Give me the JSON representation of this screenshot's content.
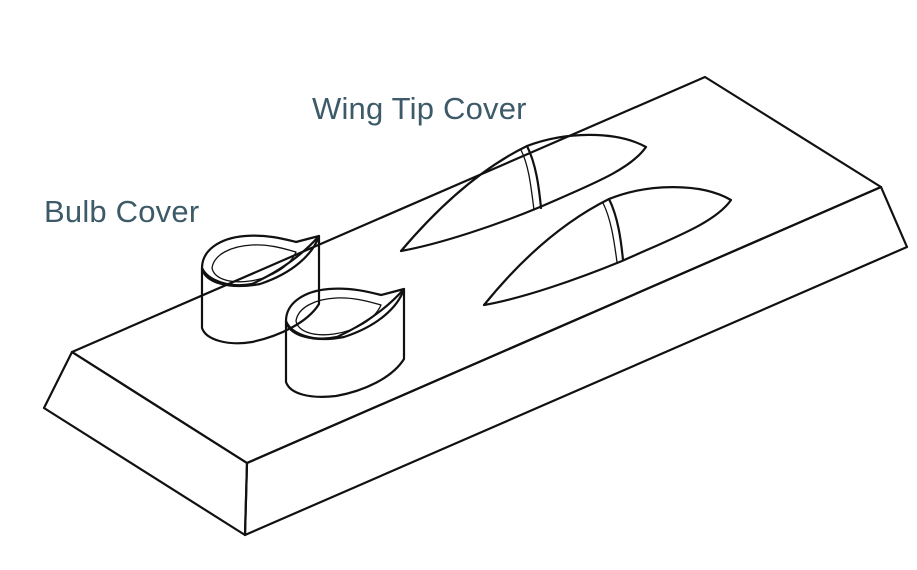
{
  "labels": {
    "wing_tip_cover": "Wing Tip Cover",
    "bulb_cover": "Bulb Cover"
  },
  "colors": {
    "line": "#111111",
    "label_text": "#3d5a68",
    "face_fill": "#ffffff"
  },
  "parts": [
    {
      "name": "Wing Tip Cover",
      "count": 2
    },
    {
      "name": "Bulb Cover",
      "count": 2
    }
  ]
}
